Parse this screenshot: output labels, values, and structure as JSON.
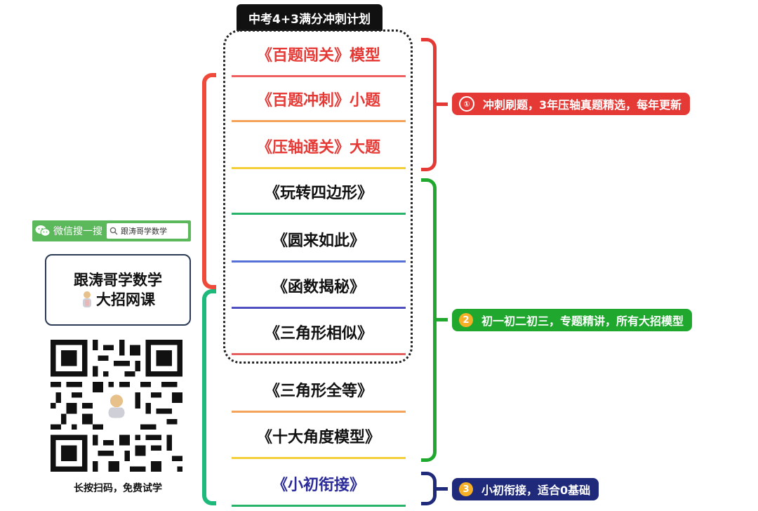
{
  "header": {
    "title": "中考4+3满分冲刺计划"
  },
  "courses": [
    {
      "label": "《百题闯关》模型",
      "color": "#e53935",
      "underline": "#f06060"
    },
    {
      "label": "《百题冲刺》小题",
      "color": "#e53935",
      "underline": "#f5a35a"
    },
    {
      "label": "《压轴通关》大题",
      "color": "#e53935",
      "underline": "#f5cf3a"
    },
    {
      "label": "《玩转四边形》",
      "color": "#111111",
      "underline": "#27b36a"
    },
    {
      "label": "《圆来如此》",
      "color": "#111111",
      "underline": "#5570d6"
    },
    {
      "label": "《函数揭秘》",
      "color": "#111111",
      "underline": "#4f4fc0"
    },
    {
      "label": "《三角形相似》",
      "color": "#111111",
      "underline": "#e56060"
    },
    {
      "label": "《三角形全等》",
      "color": "#111111",
      "underline": "#f5a35a"
    },
    {
      "label": "《十大角度模型》",
      "color": "#111111",
      "underline": "#f5cf3a"
    },
    {
      "label": "《小初衔接》",
      "color": "#2a2a9a",
      "underline": "#27b36a"
    }
  ],
  "groups": [
    {
      "num": "①",
      "text": "冲刺刷题，3年压轴真题精选，每年更新",
      "color": "#e53935"
    },
    {
      "num": "2",
      "text": "初一初二初三，专题精讲，所有大招模型",
      "color": "#1fa82d"
    },
    {
      "num": "3",
      "text": "小初衔接，适合0基础",
      "color": "#1f2a7a"
    }
  ],
  "wechat": {
    "label": "微信搜一搜",
    "query": "跟涛哥学数学"
  },
  "brand": {
    "line1": "跟涛哥学数学",
    "line2": "大招网课"
  },
  "qr_caption": "长按扫码，免费试学",
  "colors": {
    "red": "#e53935",
    "green": "#1fa82d",
    "navy": "#1f2a7a",
    "teal": "#1dba7c",
    "coral": "#f04a3a"
  }
}
